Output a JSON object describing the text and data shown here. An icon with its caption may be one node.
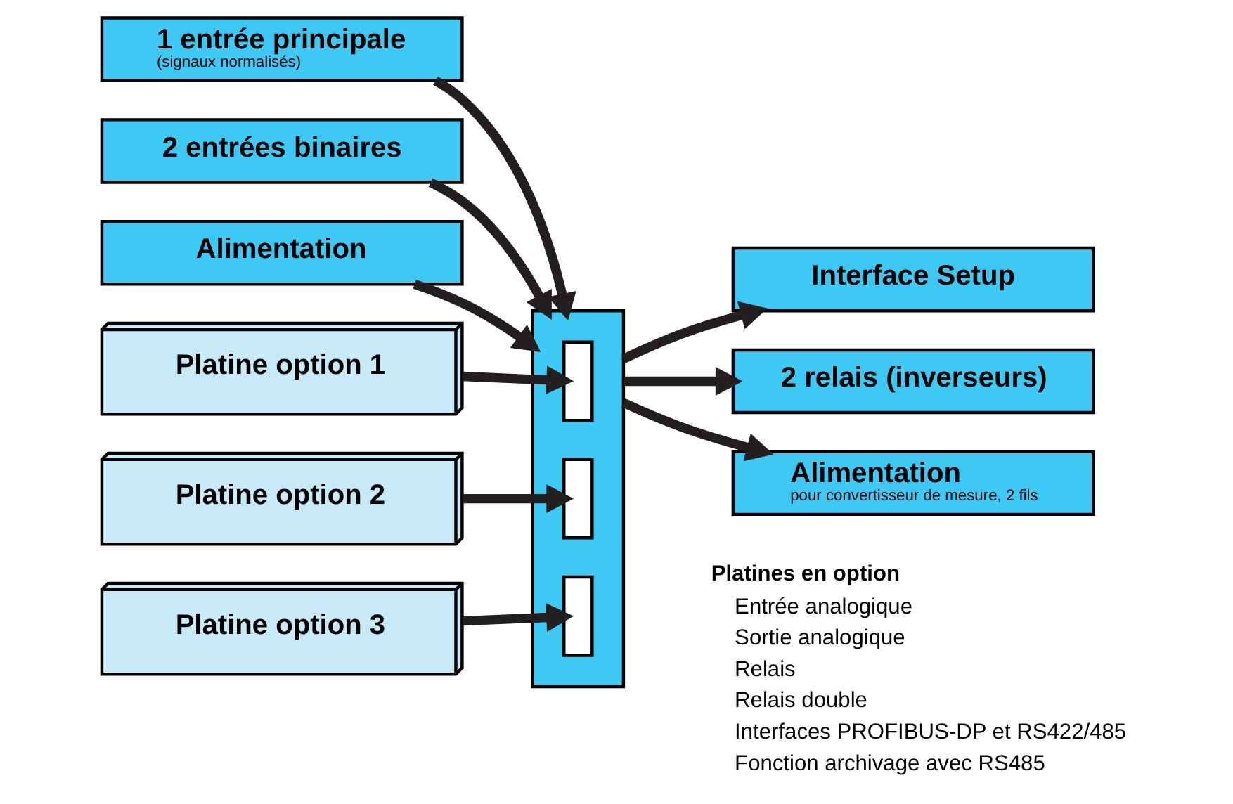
{
  "diagram": {
    "nodes": [
      {
        "text": [
          "1 entrée principale",
          "(signaux normalisés)"
        ]
      },
      {
        "text": [
          "2 entrées binaires"
        ]
      },
      {
        "text": [
          "Alimentation"
        ]
      },
      {
        "text": [],
        "shape": "bar"
      },
      {
        "text": [
          "Interface Setup"
        ]
      },
      {
        "text": [
          "2 relais (inverseurs)"
        ]
      },
      {
        "text": [
          "Alimentation",
          "pour convertisseur de mesure, 2 fils"
        ]
      },
      {
        "text": [
          "Platine option 1"
        ]
      },
      {
        "text": [],
        "shape": "box",
        "in": 3
      },
      {
        "text": [
          "Platine option 2"
        ]
      },
      {
        "text": [],
        "shape": "box",
        "in": 3
      },
      {
        "text": [
          "Platine option 3"
        ]
      },
      {
        "text": [],
        "shape": "box",
        "in": 3
      }
    ],
    "edges": [
      {
        "from": 0,
        "to": 3,
        "arrow": "to"
      },
      {
        "from": 1,
        "to": 3,
        "arrow": "to"
      },
      {
        "from": 2,
        "to": 3,
        "arrow": "to"
      },
      {
        "from": 3,
        "to": 4,
        "arrow": "to"
      },
      {
        "from": 3,
        "to": 5,
        "arrow": "to"
      },
      {
        "from": 3,
        "to": 6,
        "arrow": "to"
      },
      {
        "from": 7,
        "to": 8,
        "arrow": "to"
      },
      {
        "from": 9,
        "to": 10,
        "arrow": "to"
      },
      {
        "from": 11,
        "to": 12,
        "arrow": "to"
      }
    ],
    "labels": [
      "Platines en option",
      "Entrée analogique",
      "Sortie analogique",
      "Relais",
      "Relais double",
      "Interfaces PROFIBUS-DP et RS422/485",
      "Fonction archivage avec RS485"
    ]
  }
}
